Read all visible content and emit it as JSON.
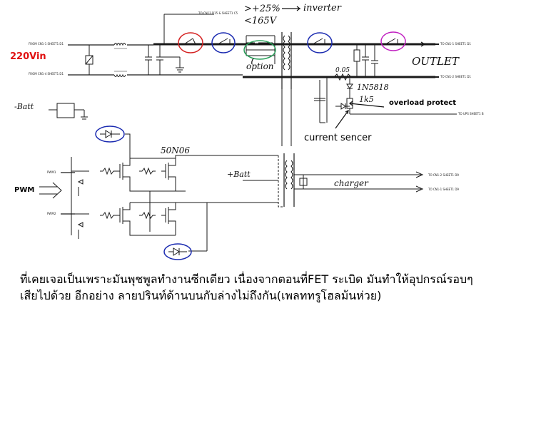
{
  "labels": {
    "input": "220Vin",
    "outlet": "OUTLET",
    "overload": "overload protect",
    "current": "current sencer",
    "pwm": "PWM",
    "fet": "50N06",
    "batt_plus": "+Batt",
    "batt_minus": "-Batt",
    "charger": "charger",
    "option": "option",
    "spec_1": ">+25%",
    "spec_inverter": "inverter",
    "spec_2": "<165V",
    "shunt": "0.05",
    "diode_part": "1N5818",
    "resistor": "1k5"
  },
  "tiny_labels": {
    "in_l": "FROM CN1-1 SHEET1 D1",
    "in_n": "FROM CN1-4 SHEET1 D1",
    "top_ref": "TO CN11 D15 & SHEET1 C5",
    "out_l": "TO CN1-1 SHEET1 D1",
    "out_n": "TO CN1-2 SHEET1 D1",
    "lamp": "TO UPS SHEET1 B",
    "ch1": "TO CN1-2 SHEET1 D9",
    "ch2": "TO CN1-1 SHEET1 D9",
    "pwm1": "PWM1",
    "pwm2": "PWM2"
  },
  "note": {
    "line1": "ที่เคยเจอเป็นเพราะมันพุชพูลทำงานซีกเดียว เนื่องจากตอนที่FET ระเบิด มันทำให้อุปกรณ์รอบๆ",
    "line2": "เสียไปด้วย อีกอย่าง ลายปรินท์ด้านบนกับล่างไม่ถึงกัน(เพลททรูโฮลม้นห่วย)"
  },
  "colors": {
    "wire": "#1a1a1a",
    "input_red": "#e01010",
    "circle_red": "#d42020",
    "circle_blue": "#1a2ab0",
    "circle_green": "#2aa05a",
    "circle_magenta": "#c020c0",
    "diode_blue": "#1a2ab0"
  }
}
